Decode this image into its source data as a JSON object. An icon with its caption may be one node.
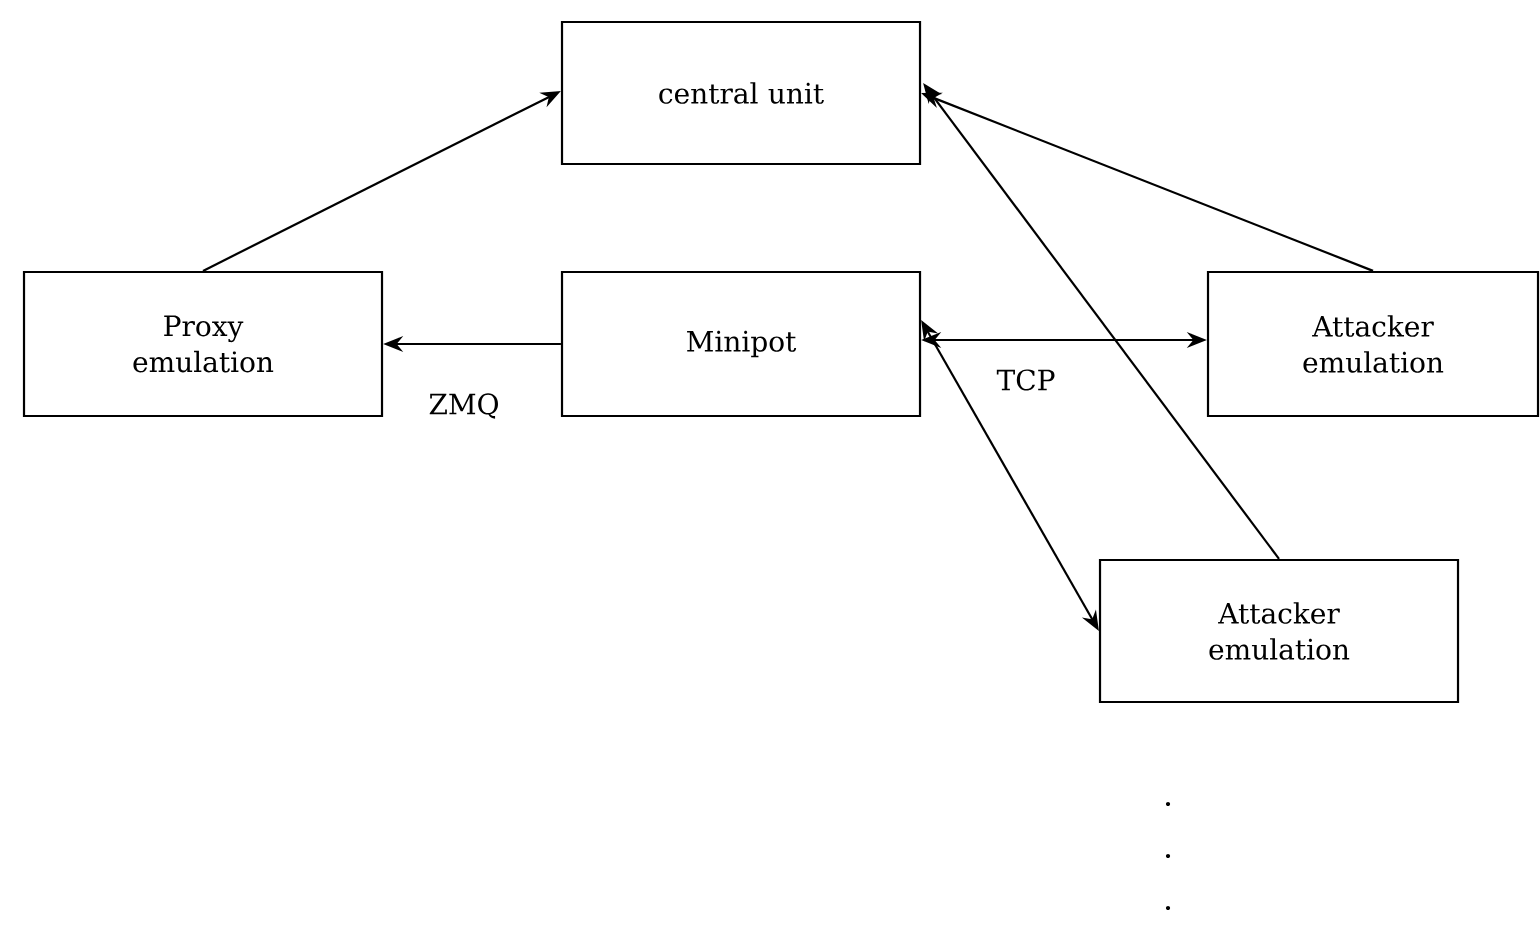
{
  "diagram": {
    "nodes": [
      {
        "text": [
          "central unit"
        ]
      },
      {
        "text": [
          "Proxy emulation"
        ]
      },
      {
        "text": [
          "Minipot"
        ]
      },
      {
        "text": [
          "Attacker emulation"
        ]
      },
      {
        "text": [
          "Attacker emulation"
        ]
      }
    ],
    "edges": [
      {
        "from": 1,
        "to": 0,
        "arrow": "to"
      },
      {
        "from": 3,
        "to": 0,
        "arrow": "to"
      },
      {
        "from": 4,
        "to": 0,
        "arrow": "to"
      },
      {
        "from": 2,
        "to": 1,
        "arrow": "to",
        "label": "ZMQ"
      },
      {
        "from": 2,
        "to": 3,
        "arrow": "both",
        "label": "TCP"
      },
      {
        "from": 2,
        "to": 4,
        "arrow": "both"
      }
    ],
    "labels": [
      ".",
      ".",
      "."
    ]
  }
}
